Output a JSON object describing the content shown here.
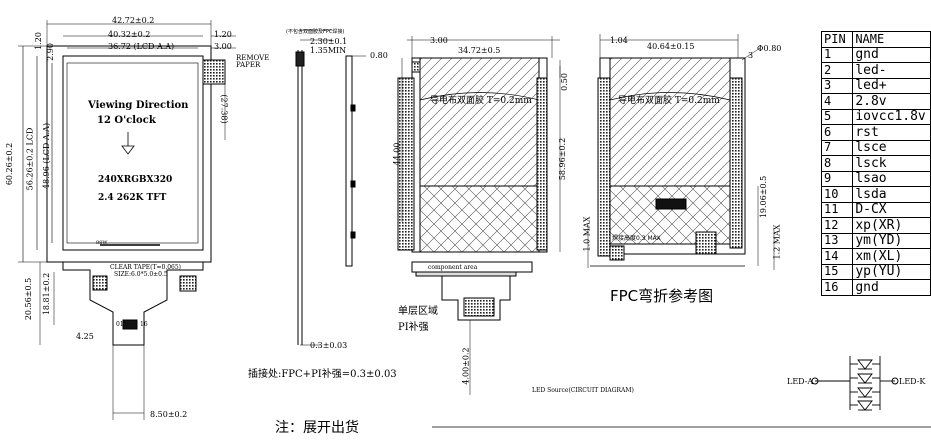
{
  "front_view": {
    "dim_top_outer": "42.72±0.2",
    "dim_top_mid": "40.32±0.2",
    "dim_top_inner": "36.72 (LCD A.A)",
    "dim_left_outer": "60.26±0.2",
    "dim_left_mid": "56.26±0.2 LCD",
    "dim_left_inner": "48.96 (LCD A.A)",
    "dim_right_120": "1.20",
    "dim_right_300": "3.00",
    "dim_left_120": "1.20",
    "dim_left_290": "2.90",
    "dim_27_38": "(27.38)",
    "remove_paper": "REMOVE\nPAPER",
    "viewing_direction": "Viewing Direction",
    "clock": "12  O'clock",
    "model": "240XRGBX320",
    "spec": "2.4  262K  TFT",
    "clear_tape": "CLEAR TAPE(T=0.065)",
    "clear_tape_size": "SIZE:6.0*5.0±0.5",
    "dim_20_56": "20.56±0.5",
    "dim_18_81": "18.81±0.2",
    "dim_4_25": "4.25",
    "dim_8_50": "8.50±0.2",
    "pin_1": "01",
    "pin_16": "16",
    "mark_98w": "98W"
  },
  "side_view": {
    "note_top": "(不包含双面胶及FPC焊接)",
    "dim_2_30": "2.30±0.1",
    "dim_1_35": "1.35MIN",
    "dim_0_80": "0.80",
    "dim_0_3": "0.3±0.03",
    "insert_note": "插接处:FPC+PI补强=0.3±0.03"
  },
  "bend_view_a": {
    "dim_3_00": "3.00",
    "dim_34_72": "34.72±0.5",
    "dim_0_50": "0.50",
    "dim_44": "44.00",
    "dim_58_96": "58.96±0.2",
    "tape_label": "导电布双面胶 T=0.2mm",
    "component_area": "component  area",
    "single_layer": "单层区域",
    "pi_stiffener": "PI补强",
    "dim_4_00": "4.00±0.2",
    "led_source": "LED Source(CIRCUIT DIAGRAM)"
  },
  "bend_view_b": {
    "dim_1_04": "1.04",
    "dim_40_64": "40.64±0.15",
    "dim_3": "3",
    "dim_phi": "Φ0.80",
    "tape_label": "导电布双面胶 T=0.2mm",
    "dim_19_06": "19.06±0.5",
    "dim_1_0_max": "1.0  MAX",
    "dim_1_2_max": "1.2  MAX",
    "foam_label": "焊接高度0.3  MAX",
    "title": "FPC弯折参考图"
  },
  "shipping_note": "注：展开出货",
  "pin_table": {
    "headers": [
      "PIN",
      "NAME"
    ],
    "rows": [
      [
        "1",
        "gnd"
      ],
      [
        "2",
        "led-"
      ],
      [
        "3",
        "led+"
      ],
      [
        "4",
        "2.8v"
      ],
      [
        "5",
        "iovcc1.8v"
      ],
      [
        "6",
        "rst"
      ],
      [
        "7",
        "lsce"
      ],
      [
        "8",
        "lsck"
      ],
      [
        "9",
        "lsao"
      ],
      [
        "10",
        "lsda"
      ],
      [
        "11",
        "D-CX"
      ],
      [
        "12",
        "xp(XR)"
      ],
      [
        "13",
        "ym(YD)"
      ],
      [
        "14",
        "xm(XL)"
      ],
      [
        "15",
        "yp(YU)"
      ],
      [
        "16",
        "gnd"
      ]
    ]
  },
  "led_circuit": {
    "anode": "LED-A",
    "cathode": "LED-K"
  }
}
